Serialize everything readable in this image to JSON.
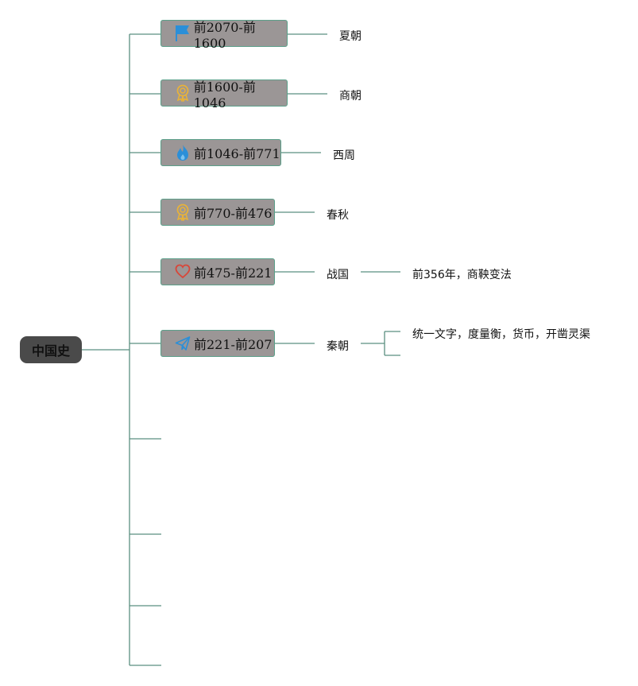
{
  "root": {
    "label": "中国史"
  },
  "periods": [
    {
      "range": "前2070-前1600",
      "icon": "flag-icon",
      "dynasty": "夏朝"
    },
    {
      "range": "前1600-前1046",
      "icon": "medal-icon",
      "dynasty": "商朝"
    },
    {
      "range": "前1046-前771",
      "icon": "flame-icon",
      "dynasty": "西周"
    },
    {
      "range": "前770-前476",
      "icon": "medal-icon",
      "dynasty": "春秋"
    },
    {
      "range": "前475-前221",
      "icon": "heart-icon",
      "dynasty": "战国",
      "detail": "前356年，商鞅变法"
    },
    {
      "range": "前221-前207",
      "icon": "paper-plane-icon",
      "dynasty": "秦朝",
      "detail": "统一文字，度量衡，货币，开凿灵渠"
    }
  ],
  "colors": {
    "line": "#5a8f80",
    "node_fill": "#9b9696",
    "node_border": "#5ba08a",
    "root_fill": "#4a4a4a",
    "flag": "#2b8fd8",
    "medal": "#e7b23a",
    "flame": "#2b8fd8",
    "heart": "#d8473a",
    "plane": "#2b8fd8"
  }
}
